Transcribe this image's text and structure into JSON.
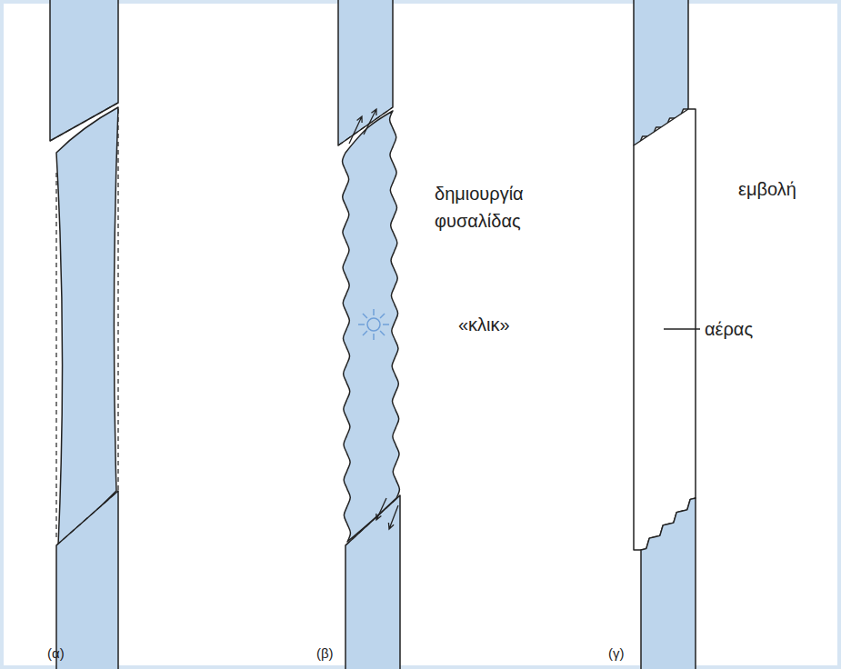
{
  "diagram": {
    "labels": [
      "(α)",
      "δημιουργία φυσαλίδας",
      "«κλικ»",
      "(β)",
      "εμβολή",
      "αέρας",
      "(γ)"
    ]
  }
}
